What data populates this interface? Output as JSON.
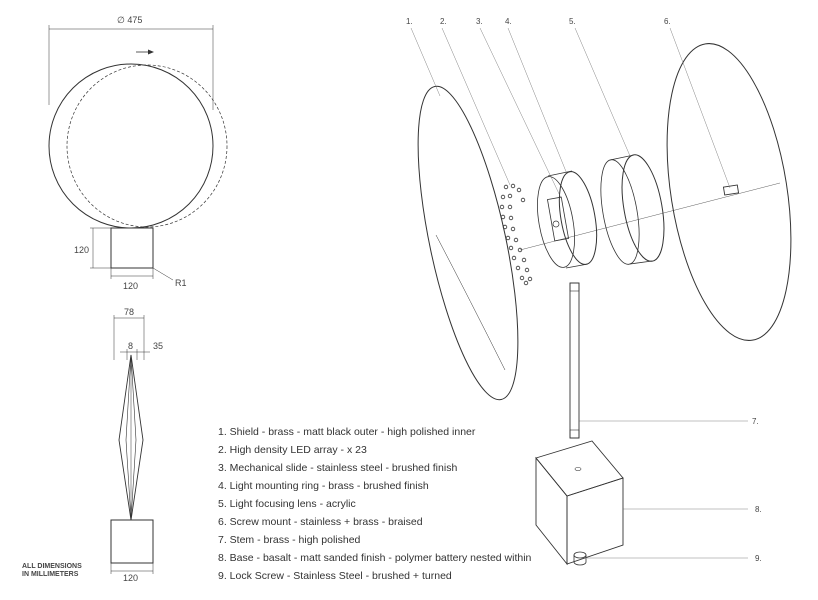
{
  "dimensions": {
    "diameter": "∅ 475",
    "base_height": "120",
    "base_width_front": "120",
    "fillet_radius": "R1",
    "side_width": "78",
    "stem_width": "8",
    "offset": "35",
    "base_width_side": "120"
  },
  "units_note": [
    "ALL DIMENSIONS",
    "IN MILLIMETERS"
  ],
  "callout_numbers": [
    "1.",
    "2.",
    "3.",
    "4.",
    "5.",
    "6.",
    "7.",
    "8.",
    "9."
  ],
  "parts": [
    "1. Shield - brass - matt black outer - high polished inner",
    "2. High density LED array - x 23",
    "3. Mechanical slide - stainless steel - brushed finish",
    "4. Light mounting ring - brass - brushed finish",
    "5. Light focusing lens - acrylic",
    "6. Screw mount - stainless + brass - braised",
    "7. Stem - brass - high polished",
    "8. Base - basalt - matt sanded finish - polymer battery nested within",
    "9. Lock Screw - Stainless Steel - brushed + turned"
  ]
}
